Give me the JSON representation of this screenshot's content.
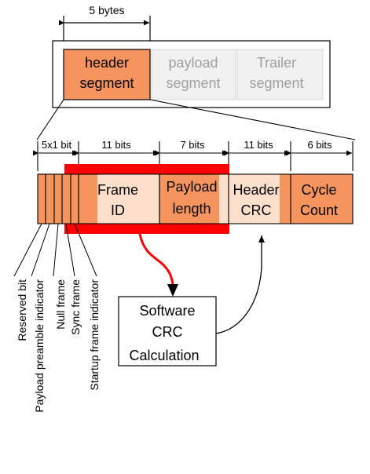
{
  "top_dimension": {
    "label": "5 bytes"
  },
  "segments": [
    {
      "line1": "header",
      "line2": "segment"
    },
    {
      "line1": "payload",
      "line2": "segment"
    },
    {
      "line1": "Trailer",
      "line2": "segment"
    }
  ],
  "field_widths": [
    "5x1 bit",
    "11 bits",
    "7 bits",
    "11 bits",
    "6 bits"
  ],
  "fields": [
    {
      "line1": "Frame",
      "line2": "ID"
    },
    {
      "line1": "Payload",
      "line2": "length"
    },
    {
      "line1": "Header",
      "line2": "CRC"
    },
    {
      "line1": "Cycle",
      "line2": "Count"
    }
  ],
  "indicator_bits": [
    "Reserved bit",
    "Payload preamble indicator",
    "Null frame",
    "Sync frame",
    "Startup frame indicator"
  ],
  "software_box": {
    "line1": "Software",
    "line2": "CRC",
    "line3": "Calculation"
  },
  "colors": {
    "orange": "#f5945c",
    "light_orange": "#fde0cc",
    "pale": "#f1f1f1",
    "gray_text": "#a0a0a0",
    "red": "#ff0000"
  }
}
